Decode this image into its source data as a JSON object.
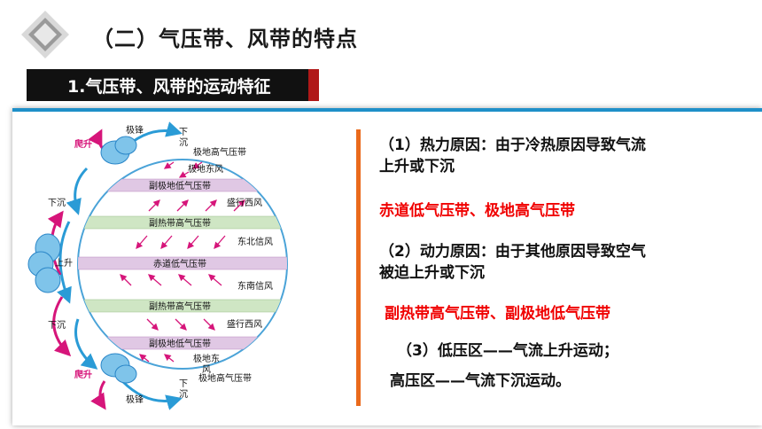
{
  "header": {
    "title": "（二）气压带、风带的特点",
    "subtitle": "1.气压带、风带的运动特征"
  },
  "diagram": {
    "belts": {
      "subpolar_low_n": "副极地低气压带",
      "subtropical_high_n": "副热带高气压带",
      "equatorial_low": "赤道低气压带",
      "subtropical_high_s": "副热带高气压带",
      "subpolar_low_s": "副极地低气压带",
      "polar_high_n": "极地高气压带",
      "polar_high_s": "极地高气压带"
    },
    "winds": {
      "polar_easterly_n": "极地东风",
      "westerly_n": "盛行西风",
      "ne_trade": "东北信风",
      "se_trade": "东南信风",
      "westerly_s": "盛行西风",
      "polar_easterly_s_line1": "极地东",
      "polar_easterly_s_line2": "风"
    },
    "labels": {
      "polar_front_n": "极锋",
      "polar_front_s": "极锋",
      "climb_n": "爬升",
      "climb_s": "爬升",
      "sink_top_1": "下",
      "sink_top_2": "沉",
      "sink_bottom_1": "下",
      "sink_bottom_2": "沉",
      "sink_left_n": "下沉",
      "sink_left_s": "下沉",
      "rise_center": "上升"
    }
  },
  "content": {
    "thermal_line1": "（1）热力原因：由于冷热原因导致气流",
    "thermal_line2": "上升或下沉",
    "thermal_answer": "赤道低气压带、极地高气压带",
    "dynamic_line1": "（2）动力原因：由于其他原因导致空气",
    "dynamic_line2": "被迫上升或下沉",
    "dynamic_answer": "副热带高气压带、副极地低气压带",
    "low_pressure": "（3）低压区——气流上升运动；",
    "high_pressure": "高压区——气流下沉运动。"
  },
  "colors": {
    "accent_red": "#f00000",
    "divider_orange": "#ea6a1c",
    "card_top_blue": "#1e8fc8",
    "low_belt": "#e0c8e4",
    "high_belt": "#cfe6c4"
  }
}
